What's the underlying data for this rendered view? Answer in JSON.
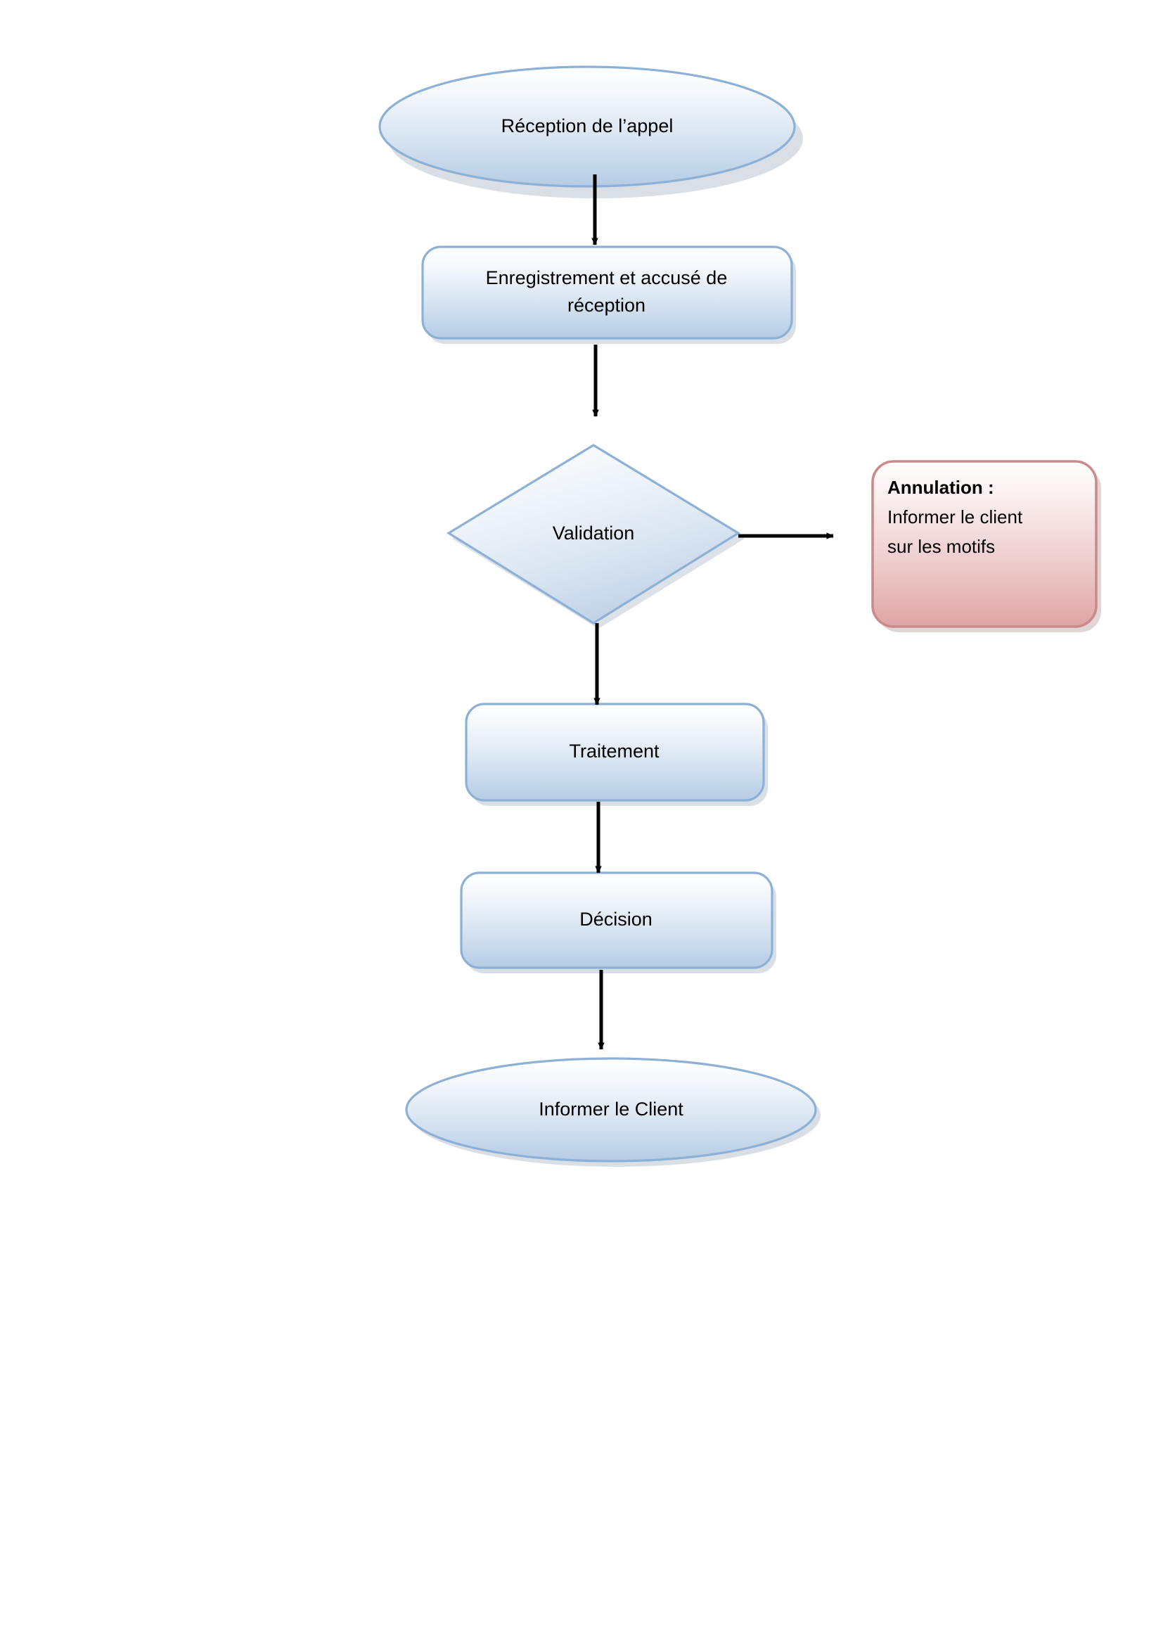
{
  "document": {
    "kind": "flowchart",
    "language": "fr",
    "background_color": "#ffffff"
  },
  "palette": {
    "blue_fill_top": "#fdfefe",
    "blue_fill_bottom": "#b6cce4",
    "blue_border": "#8cb0d6",
    "red_fill_top": "#fdf6f6",
    "red_fill_bottom": "#dfa5a5",
    "red_border": "#c98b8b",
    "arrow_color": "#000000",
    "text_color": "#000000"
  },
  "nodes": {
    "start": {
      "shape": "ellipse",
      "label": "Réception de l’appel",
      "color": "blue"
    },
    "register": {
      "shape": "rounded-rect",
      "label": "Enregistrement et accusé de réception",
      "line1": "Enregistrement et accusé de",
      "line2": "réception",
      "color": "blue"
    },
    "validation": {
      "shape": "diamond",
      "label": "Validation",
      "color": "blue"
    },
    "annulation": {
      "shape": "rounded-rect",
      "title": "Annulation :",
      "line1": "Informer le client",
      "line2": "sur les motifs",
      "color": "red"
    },
    "traitement": {
      "shape": "rounded-rect",
      "label": "Traitement",
      "color": "blue"
    },
    "decision": {
      "shape": "rounded-rect",
      "label": "Décision",
      "color": "blue"
    },
    "inform_client": {
      "shape": "ellipse",
      "label": "Informer le Client",
      "color": "blue"
    }
  },
  "edges": [
    {
      "from": "start",
      "to": "register",
      "direction": "down",
      "label": ""
    },
    {
      "from": "register",
      "to": "validation",
      "direction": "down",
      "label": ""
    },
    {
      "from": "validation",
      "to": "annulation",
      "direction": "right",
      "label": ""
    },
    {
      "from": "validation",
      "to": "traitement",
      "direction": "down",
      "label": ""
    },
    {
      "from": "traitement",
      "to": "decision",
      "direction": "down",
      "label": ""
    },
    {
      "from": "decision",
      "to": "inform_client",
      "direction": "down",
      "label": ""
    }
  ]
}
